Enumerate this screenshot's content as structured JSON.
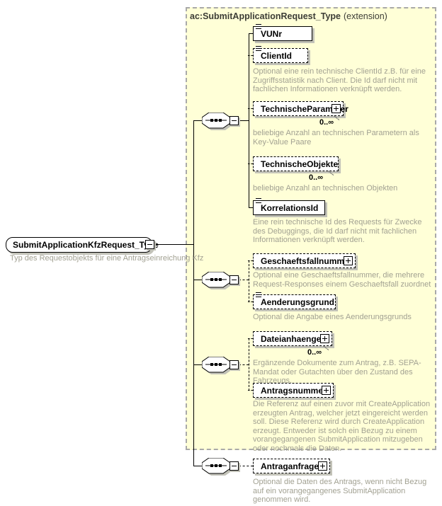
{
  "root": {
    "label": "SubmitApplicationKfzRequest_Type",
    "annotation": "Typ des Requestobjekts für eine Antragseinreichung Kfz"
  },
  "extension": {
    "title": "ac:SubmitApplicationRequest_Type",
    "suffix": "(extension)"
  },
  "elements": [
    {
      "id": "vunr",
      "label": "VUNr",
      "optional": false,
      "annotation": "",
      "occurs": ""
    },
    {
      "id": "clientid",
      "label": "ClientId",
      "optional": true,
      "occurs": "",
      "annotation": "Optional eine rein technische ClientId z.B. für eine Zugriffsstatistik nach Client. Die Id darf nicht mit fachlichen Informationen verknüpft werden."
    },
    {
      "id": "technische-parameter",
      "label": "TechnischeParameter",
      "optional": true,
      "occurs": "0..∞",
      "annotation": "beliebige Anzahl an technischen Parametern als Key-Value Paare"
    },
    {
      "id": "technische-objekte",
      "label": "TechnischeObjekte",
      "optional": true,
      "occurs": "0..∞",
      "annotation": "beliebige Anzahl an technischen Objekten"
    },
    {
      "id": "korrelationsid",
      "label": "KorrelationsId",
      "optional": false,
      "occurs": "",
      "annotation": "Eine rein technische Id des Requests für Zwecke des Debuggings, die Id darf nicht mit fachlichen Informationen verknüpft werden."
    },
    {
      "id": "geschaeftsfallnummer",
      "label": "Geschaeftsfallnummer",
      "optional": true,
      "occurs": "",
      "annotation": "Optional eine Geschaeftsfallnummer, die mehrere Request-Responses einem Geschaeftsfall zuordnet"
    },
    {
      "id": "aenderungsgrund",
      "label": "Aenderungsgrund",
      "optional": true,
      "occurs": "",
      "annotation": "Optional die Angabe eines Aenderungsgrunds"
    },
    {
      "id": "dateianhaenge",
      "label": "Dateianhaenge",
      "optional": true,
      "occurs": "0..∞",
      "annotation": "Ergänzende Dokumente zum Antrag, z.B. SEPA-Mandat oder Gutachten über den Zustand des Fahrzeugs."
    },
    {
      "id": "antragsnummer",
      "label": "Antragsnummer",
      "optional": true,
      "occurs": "",
      "annotation": "Die Referenz auf einen zuvor mit CreateApplication erzeugten Antrag, welcher jetzt eingereicht werden soll. Diese Referenz wird durch CreateApplication erzeugt. Entweder ist solch ein Bezug zu einem vorangegangenen SubmitApplication mitzugeben oder nochmals die Daten."
    },
    {
      "id": "antraganfrage",
      "label": "Antraganfrage",
      "optional": true,
      "occurs": "",
      "annotation": "Optional die Daten des Antrags, wenn nicht Bezug auf ein vorangegangenes SubmitApplication genommen wird."
    }
  ],
  "colors": {
    "extension_fill": "#FFFFD7",
    "extension_border": "#A9A9A9",
    "annotation_text": "#A2A192",
    "box_shadow": "#C2C2B8",
    "line": "#000000"
  }
}
